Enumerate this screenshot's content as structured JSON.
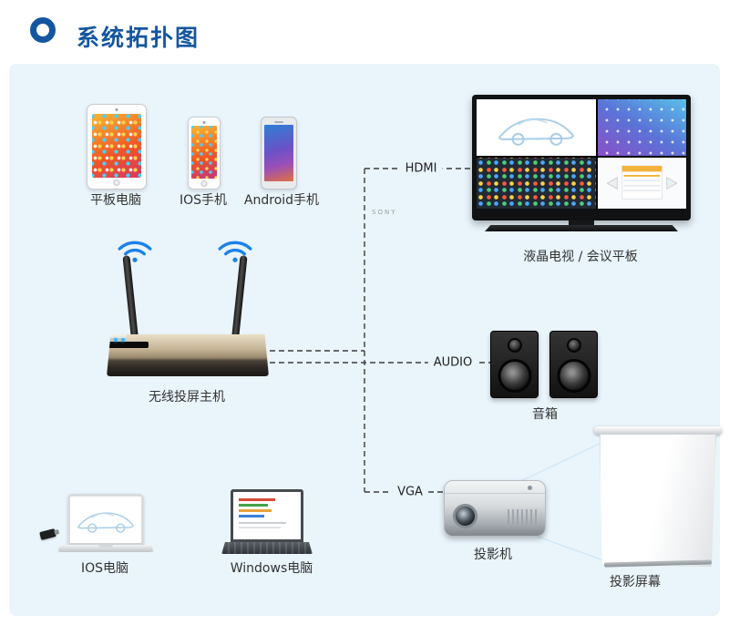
{
  "title": "系统拓扑图",
  "colors": {
    "accent_blue": "#1456a0",
    "wifi_blue": "#1b82e8",
    "panel_background": "#e9f4fb",
    "line_color": "#3c3c3c"
  },
  "devices": {
    "tablet": {
      "label": "平板电脑"
    },
    "ios_phone": {
      "label": "IOS手机"
    },
    "android_phone": {
      "label": "Android手机"
    },
    "host": {
      "label": "无线投屏主机"
    },
    "ios_laptop": {
      "label": "IOS电脑"
    },
    "windows_laptop": {
      "label": "Windows电脑"
    },
    "tv": {
      "label": "液晶电视 / 会议平板",
      "brand": "SONY"
    },
    "speakers": {
      "label": "音箱"
    },
    "projector": {
      "label": "投影机"
    },
    "projection_screen": {
      "label": "投影屏幕"
    }
  },
  "connections": {
    "hdmi": {
      "label": "HDMI"
    },
    "audio": {
      "label": "AUDIO"
    },
    "vga": {
      "label": "VGA"
    }
  }
}
